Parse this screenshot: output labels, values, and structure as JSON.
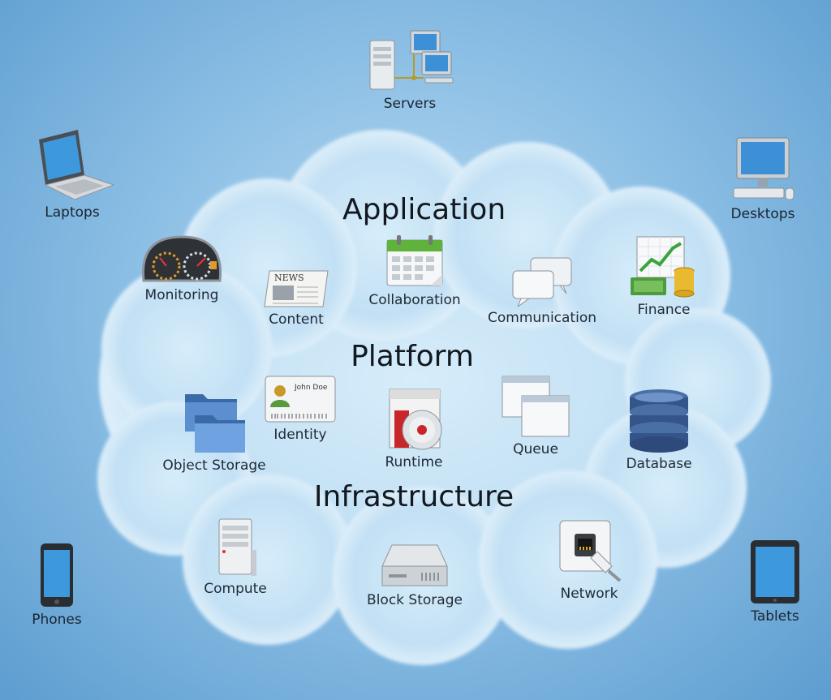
{
  "diagram": {
    "layers": {
      "application": "Application",
      "platform": "Platform",
      "infrastructure": "Infrastructure"
    },
    "devices": {
      "servers": "Servers",
      "laptops": "Laptops",
      "desktops": "Desktops",
      "phones": "Phones",
      "tablets": "Tablets"
    },
    "application": {
      "monitoring": "Monitoring",
      "content": "Content",
      "content_news": "NEWS",
      "collaboration": "Collaboration",
      "communication": "Communication",
      "finance": "Finance"
    },
    "platform": {
      "object_storage": "Object Storage",
      "identity": "Identity",
      "identity_card_name": "John Doe",
      "runtime": "Runtime",
      "queue": "Queue",
      "database": "Database"
    },
    "infrastructure": {
      "compute": "Compute",
      "block_storage": "Block Storage",
      "network": "Network"
    },
    "colors": {
      "sky": "#8fc1e6",
      "cloud_edge": "#e9f4fc",
      "cloud_center": "#c6e2f5",
      "text": "#1f2a36"
    }
  }
}
